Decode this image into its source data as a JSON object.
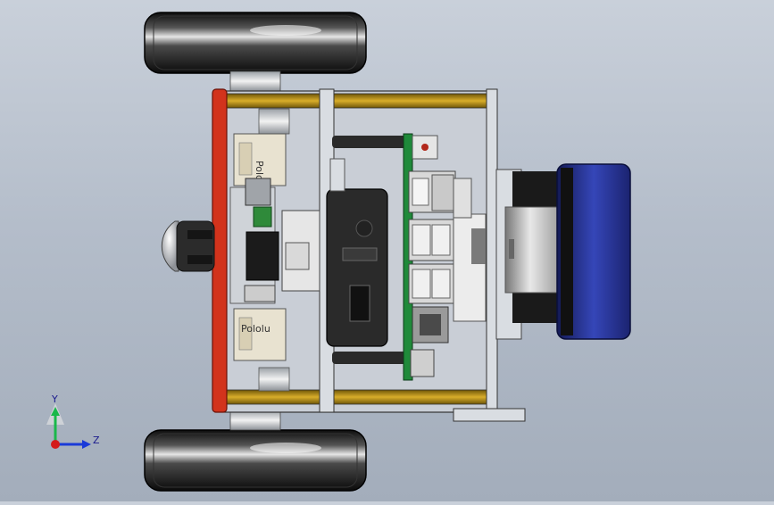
{
  "viewport": {
    "background_top": "#c9d0da",
    "background_bottom": "#a3adbb",
    "model_description_icons": [
      "wheel-icon",
      "motor-driver-board-icon",
      "battery-box-icon",
      "single-board-computer-icon",
      "motor-icon",
      "caster-ball-icon"
    ]
  },
  "board_labels": {
    "driver_upper": "Pololu",
    "driver_lower": "Pololu"
  },
  "triad": {
    "y_label": "Y",
    "z_label": "Z",
    "y_color": "#19b84a",
    "z_color": "#1a3ad8",
    "x_color": "#d41b1b"
  },
  "colors": {
    "tire": "#1a1a1a",
    "rail_gold": "#c39a1a",
    "plate_red": "#d2331c",
    "motor_blue": "#2f3fa8",
    "pcb_green": "#1f8a3a",
    "battery": "#2a2a2a"
  }
}
